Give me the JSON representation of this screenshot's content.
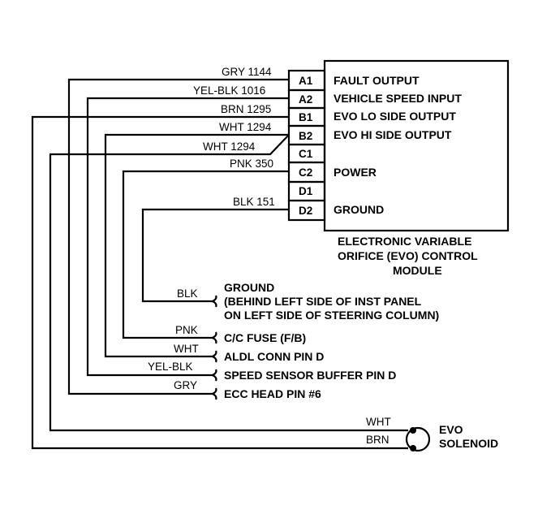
{
  "module": {
    "pins": [
      {
        "id": "A1",
        "label": "FAULT OUTPUT"
      },
      {
        "id": "A2",
        "label": "VEHICLE SPEED INPUT"
      },
      {
        "id": "B1",
        "label": "EVO LO SIDE OUTPUT"
      },
      {
        "id": "B2",
        "label": "EVO HI SIDE OUTPUT"
      },
      {
        "id": "C1",
        "label": ""
      },
      {
        "id": "C2",
        "label": "POWER"
      },
      {
        "id": "D1",
        "label": ""
      },
      {
        "id": "D2",
        "label": "GROUND"
      }
    ],
    "caption": [
      "ELECTRONIC VARIABLE",
      "ORIFICE (EVO) CONTROL",
      "MODULE"
    ]
  },
  "wire_labels": {
    "gry_1144": "GRY 1144",
    "yelblk_1016": "YEL-BLK 1016",
    "brn_1295": "BRN 1295",
    "wht_1294_a": "WHT 1294",
    "wht_1294_b": "WHT 1294",
    "pnk_350": "PNK 350",
    "blk_151": "BLK 151"
  },
  "destinations": {
    "ground": {
      "wire": "BLK",
      "lines": [
        "GROUND",
        "(BEHIND LEFT SIDE OF INST PANEL",
        "ON LEFT SIDE OF STEERING COLUMN)"
      ]
    },
    "fuse": {
      "wire_top": "PNK",
      "wire_bottom": "WHT",
      "label": "C/C FUSE (F/B)"
    },
    "aldl": {
      "label": "ALDL CONN PIN D"
    },
    "speed": {
      "wire": "YEL-BLK",
      "label": "SPEED SENSOR BUFFER PIN D"
    },
    "ecc": {
      "wire": "GRY",
      "label": "ECC HEAD PIN #6"
    }
  },
  "solenoid": {
    "wire_top": "WHT",
    "wire_bottom": "BRN",
    "label": [
      "EVO",
      "SOLENOID"
    ]
  }
}
